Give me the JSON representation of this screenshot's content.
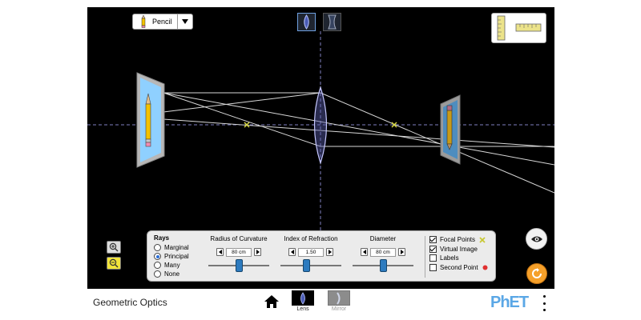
{
  "app": {
    "title": "Geometric Optics"
  },
  "object_selector": {
    "value": "Pencil",
    "icon": "pencil-icon"
  },
  "lens_types": [
    {
      "name": "convex",
      "selected": true
    },
    {
      "name": "concave",
      "selected": false
    }
  ],
  "rays": {
    "title": "Rays",
    "options": [
      {
        "label": "Marginal",
        "selected": false
      },
      {
        "label": "Principal",
        "selected": true
      },
      {
        "label": "Many",
        "selected": false
      },
      {
        "label": "None",
        "selected": false
      }
    ]
  },
  "sliders": {
    "radius": {
      "title": "Radius of Curvature",
      "value": "80 cm",
      "fraction": 0.5
    },
    "index": {
      "title": "Index of Refraction",
      "value": "1.50",
      "fraction": 0.42
    },
    "diameter": {
      "title": "Diameter",
      "value": "80 cm",
      "fraction": 0.5
    }
  },
  "checkboxes": [
    {
      "label": "Focal Points",
      "checked": true,
      "marker": "x-marker",
      "marker_color": "#d8d842"
    },
    {
      "label": "Virtual Image",
      "checked": true
    },
    {
      "label": "Labels",
      "checked": false
    },
    {
      "label": "Second Point",
      "checked": false,
      "marker": "dot-marker",
      "marker_color": "#e03030"
    }
  ],
  "nav": {
    "tabs": [
      {
        "label": "Lens",
        "selected": true
      },
      {
        "label": "Mirror",
        "selected": false
      }
    ],
    "brand": "PhET"
  },
  "colors": {
    "background": "#000000",
    "axis": "#7f7fc0",
    "rays": "#d8d8d8",
    "focal_point": "#d8d842",
    "panel": "#ebebeb",
    "slider_thumb": "#2d7bbf",
    "zoom_out": "#f2e43a",
    "reset": "#f5a02a",
    "brand": "#5aa7e6"
  }
}
